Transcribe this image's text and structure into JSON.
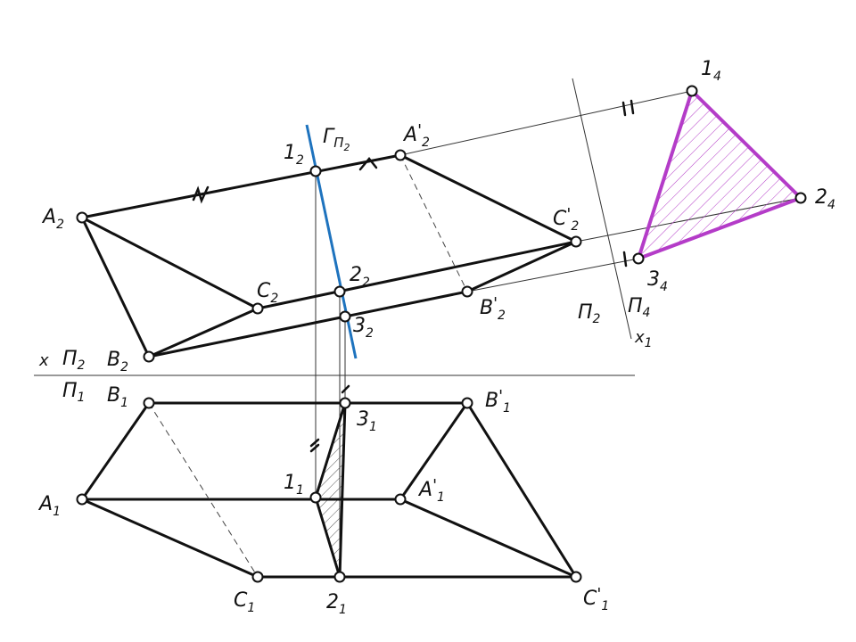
{
  "diagram": {
    "colors": {
      "ink": "#111111",
      "plane_trace": "#1e73be",
      "true_shape": "#b43cc8",
      "hatch": "#666666"
    },
    "plane_labels": {
      "gamma": "Г",
      "gamma_sub": "П",
      "gamma_subsub": "2",
      "axis_x": "x",
      "p2_left": "П",
      "p2_left_sub": "2",
      "p1_left": "П",
      "p1_left_sub": "1",
      "p2_right": "П",
      "p2_right_sub": "2",
      "p4_right": "П",
      "p4_right_sub": "4",
      "axis_x1": "x",
      "axis_x1_sub": "1"
    },
    "point_labels": {
      "A2": {
        "main": "A",
        "sub": "2",
        "prime": ""
      },
      "B2": {
        "main": "B",
        "sub": "2",
        "prime": ""
      },
      "C2": {
        "main": "C",
        "sub": "2",
        "prime": ""
      },
      "A2p": {
        "main": "A",
        "sub": "2",
        "prime": "'"
      },
      "B2p": {
        "main": "B",
        "sub": "2",
        "prime": "'"
      },
      "C2p": {
        "main": "C",
        "sub": "2",
        "prime": "'"
      },
      "p12": {
        "main": "1",
        "sub": "2",
        "prime": ""
      },
      "p22": {
        "main": "2",
        "sub": "2",
        "prime": ""
      },
      "p32": {
        "main": "3",
        "sub": "2",
        "prime": ""
      },
      "A1": {
        "main": "A",
        "sub": "1",
        "prime": ""
      },
      "B1": {
        "main": "B",
        "sub": "1",
        "prime": ""
      },
      "C1": {
        "main": "C",
        "sub": "1",
        "prime": ""
      },
      "A1p": {
        "main": "A",
        "sub": "1",
        "prime": "'"
      },
      "B1p": {
        "main": "B",
        "sub": "1",
        "prime": "'"
      },
      "C1p": {
        "main": "C",
        "sub": "1",
        "prime": "'"
      },
      "p11": {
        "main": "1",
        "sub": "1",
        "prime": ""
      },
      "p21": {
        "main": "2",
        "sub": "1",
        "prime": ""
      },
      "p31": {
        "main": "3",
        "sub": "1",
        "prime": ""
      },
      "p14": {
        "main": "1",
        "sub": "4",
        "prime": ""
      },
      "p24": {
        "main": "2",
        "sub": "4",
        "prime": ""
      },
      "p34": {
        "main": "3",
        "sub": "4",
        "prime": ""
      }
    }
  }
}
